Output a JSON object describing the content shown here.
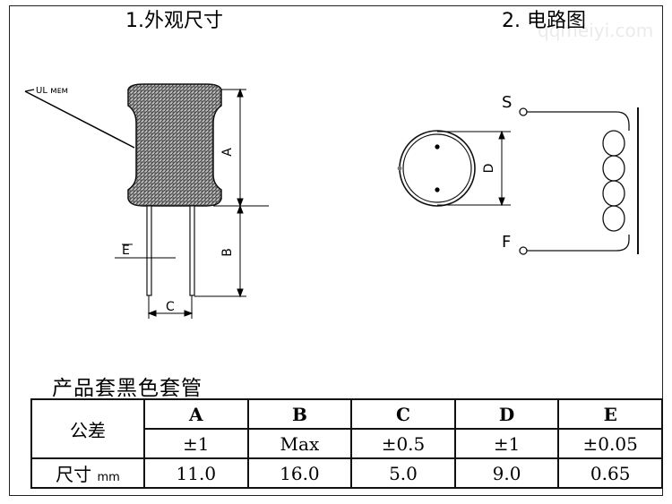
{
  "titles": {
    "appearance": "1.外观尺寸",
    "circuit": "2. 电路图"
  },
  "drawing_labels": {
    "ul": "UL ᴍᴇᴍ",
    "dim_a": "A",
    "dim_b": "B",
    "dim_c": "C",
    "dim_d": "D",
    "dim_e": "E",
    "start": "S",
    "finish": "F"
  },
  "sleeve_note": "产品套黑色套管",
  "table": {
    "tolerance_label": "公差",
    "headers": [
      "A",
      "B",
      "C",
      "D",
      "E"
    ],
    "tolerances": [
      "±1",
      "Max",
      "±0.5",
      "±1",
      "±0.05"
    ],
    "size_label": "尺寸",
    "size_unit": "mm",
    "sizes": [
      "11.0",
      "16.0",
      "5.0",
      "9.0",
      "0.65"
    ]
  },
  "watermark": "qqmeiyi.com"
}
